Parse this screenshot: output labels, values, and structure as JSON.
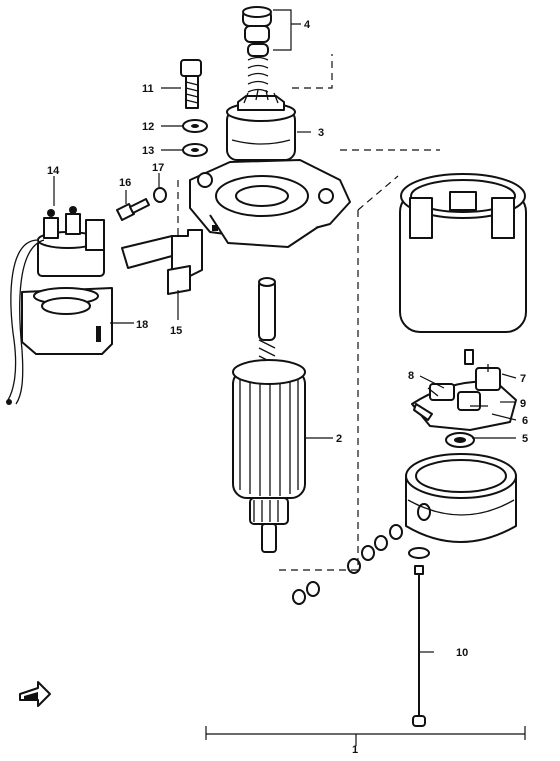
{
  "diagram": {
    "parts": [
      {
        "no": "1"
      },
      {
        "no": "2"
      },
      {
        "no": "3"
      },
      {
        "no": "4"
      },
      {
        "no": "5"
      },
      {
        "no": "6"
      },
      {
        "no": "7"
      },
      {
        "no": "8"
      },
      {
        "no": "9"
      },
      {
        "no": "10"
      },
      {
        "no": "11"
      },
      {
        "no": "12"
      },
      {
        "no": "13"
      },
      {
        "no": "14"
      },
      {
        "no": "15"
      },
      {
        "no": "16"
      },
      {
        "no": "17"
      },
      {
        "no": "18"
      }
    ],
    "icons": [
      "front-direction-arrow-icon"
    ]
  }
}
